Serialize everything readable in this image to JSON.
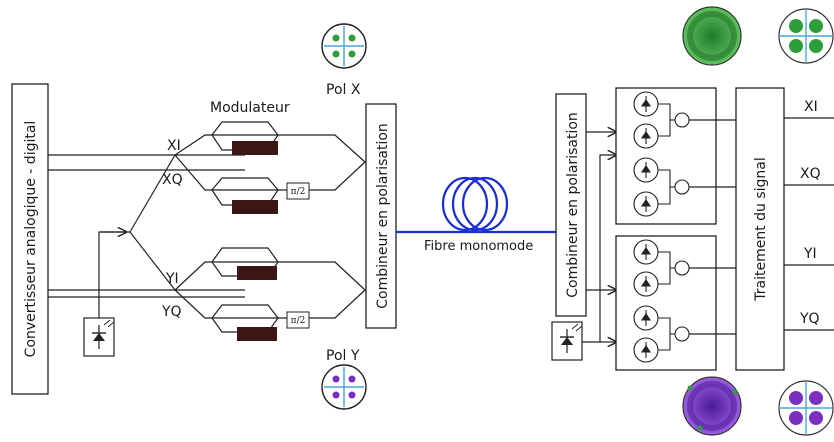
{
  "blocks": {
    "adc": "Convertisseur analogique - digital",
    "combiner_tx": "Combineur en polarisation",
    "combiner_rx": "Combineur en polarisation",
    "dsp": "Traitement du signal"
  },
  "modulator_label": "Modulateur",
  "phase_shift": "π/2",
  "fiber_label": "Fibre monomode",
  "tx_lanes": [
    "XI",
    "XQ",
    "YI",
    "YQ"
  ],
  "rx_outputs": [
    "XI",
    "XQ",
    "YI",
    "YQ"
  ],
  "constellations": {
    "pol_x_label": "Pol X",
    "pol_y_label": "Pol Y"
  },
  "colors": {
    "line": "#222222",
    "modulator_block": "#3a1616",
    "fiber": "#1a2fd0",
    "pol_x_points": "#2e9e3a",
    "pol_y_points": "#7a2fc0",
    "axis_cross": "#4da6d9"
  },
  "icons": {
    "laser": "laser-source-icon",
    "photodiode": "photodiode-icon",
    "fiber_coil": "fiber-coil-icon"
  }
}
